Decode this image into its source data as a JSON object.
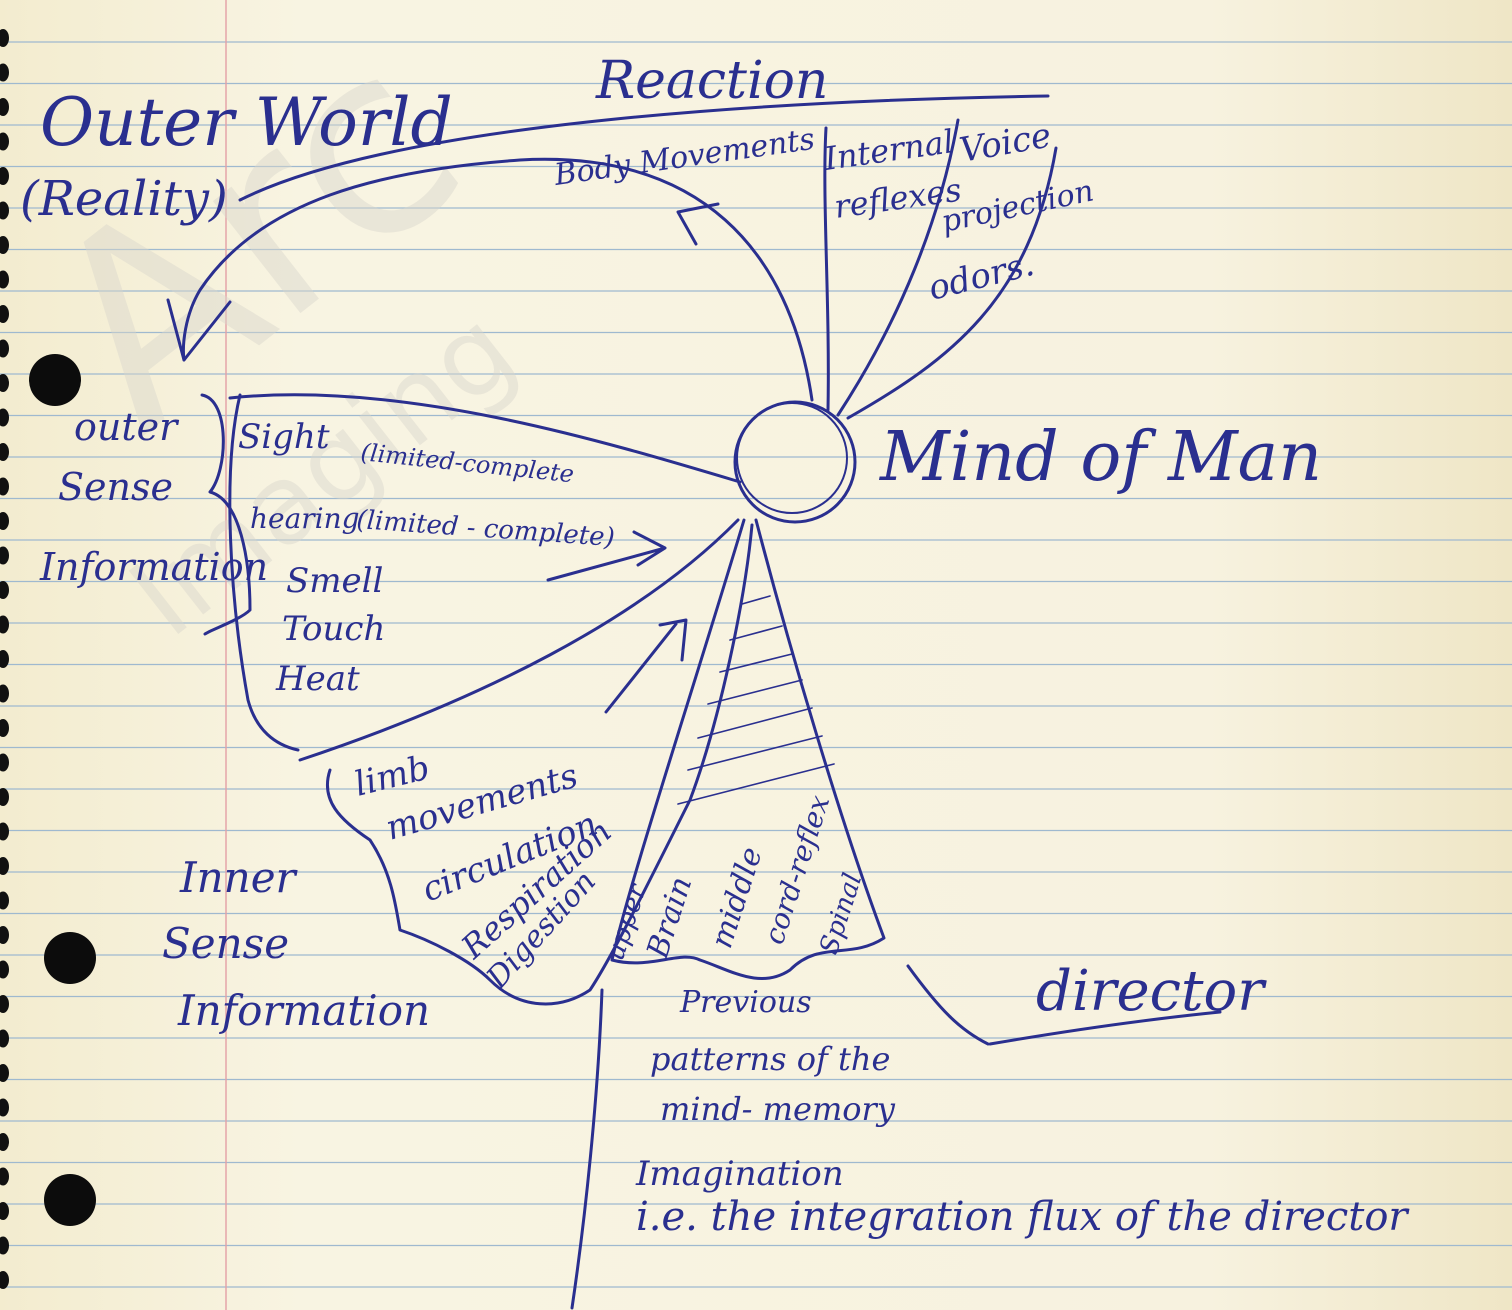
{
  "watermark": {
    "line1": "Arc",
    "line2": "Imaging"
  },
  "colors": {
    "ink": "#2a2f8f",
    "paper": "#f6f1dc",
    "rule": "#9fb9cf",
    "margin": "#e3a0a6",
    "hole": "#0c0c0c"
  },
  "labels": {
    "outer_world": "Outer World",
    "reality": "(Reality)",
    "reaction": "Reaction",
    "body_movements": "Body Movements",
    "internal_reflexes_1": "Internal",
    "internal_reflexes_2": "reflexes",
    "voice": "Voice",
    "projection": "projection",
    "odors": "odors.",
    "mind_of_man": "Mind of Man",
    "outer_sense_1": "outer",
    "outer_sense_2": "Sense",
    "outer_sense_3": "Information",
    "sight": "Sight",
    "sight_note": "(limited-complete",
    "hearing": "hearing",
    "hearing_note": "(limited - complete)",
    "smell": "Smell",
    "touch": "Touch",
    "heat": "Heat",
    "limb_movements_1": "limb",
    "limb_movements_2": "movements",
    "circulation": "circulation",
    "respiration": "Respiration",
    "digestion": "Digestion",
    "upper": "upper",
    "brain": "Brain",
    "middle": "middle",
    "cord_reflex": "cord-reflex",
    "spinal": "Spinal",
    "inner_sense_1": "Inner",
    "inner_sense_2": "Sense",
    "inner_sense_3": "Information",
    "director": "director",
    "previous_1": "Previous",
    "previous_2": "patterns of the",
    "previous_3": "mind- memory",
    "previous_4": "Imagination",
    "previous_5": "i.e. the integration flux of the director"
  }
}
